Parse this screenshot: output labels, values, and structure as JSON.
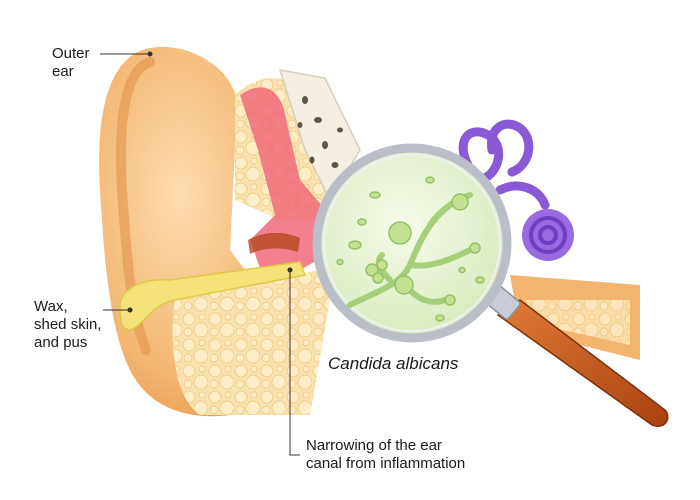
{
  "labels": {
    "outer_ear": "Outer\near",
    "wax": "Wax,\nshed skin,\nand pus",
    "organism": "Candida albicans",
    "narrowing": "Narrowing of the ear\ncanal from inflammation"
  },
  "colors": {
    "skin_light": "#fbd7a8",
    "skin_mid": "#f3b46f",
    "skin_dark": "#e8954a",
    "bone": "#f4efe2",
    "canal_red": "#f06a7a",
    "wax": "#f3e27a",
    "inner_ear": "#8a5ad6",
    "lens_fill": "#e9f5d6",
    "fungus": "#b7d98a",
    "handle": "#c95a1e"
  },
  "icons": {
    "magnifier": "magnifying-glass-icon"
  }
}
